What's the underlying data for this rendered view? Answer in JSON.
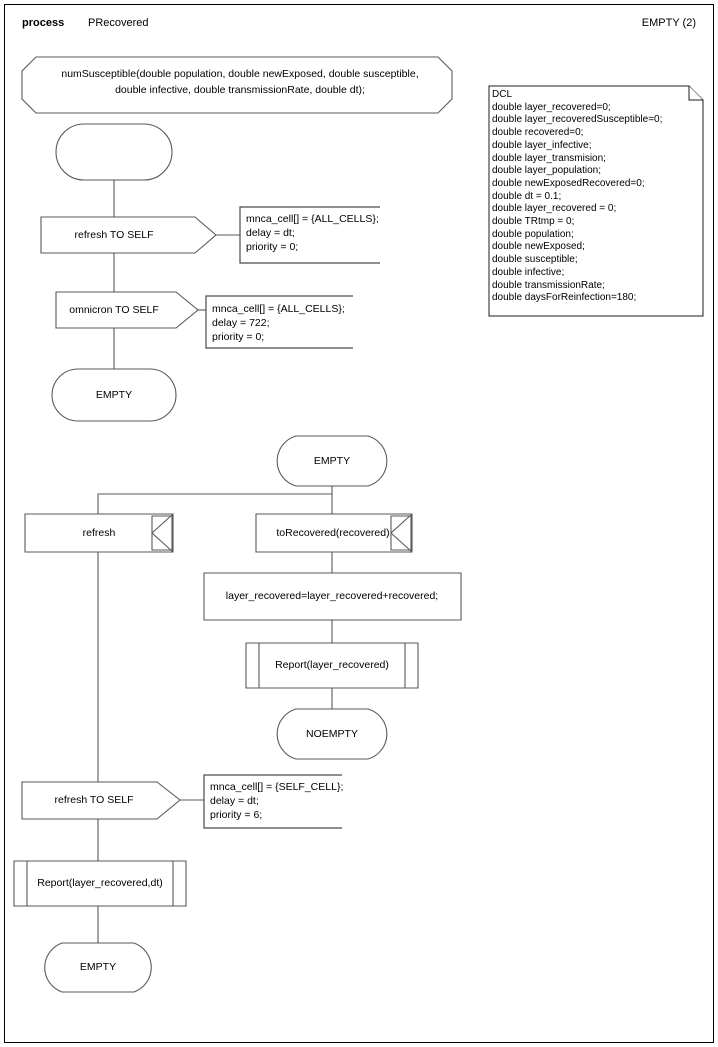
{
  "header": {
    "keyword": "process",
    "process_name": "PRecovered",
    "page_label": "EMPTY (2)"
  },
  "procedure_signature": {
    "line1": "numSusceptible(double population, double newExposed, double susceptible,",
    "line2": "double infective, double transmissionRate, double dt);"
  },
  "dcl_block": {
    "title": "DCL",
    "declarations": [
      "double layer_recovered=0;",
      "double layer_recoveredSusceptible=0;",
      "double recovered=0;",
      "double layer_infective;",
      "double layer_transmision;",
      "double layer_population;",
      "double newExposedRecovered=0;",
      "double dt = 0.1;",
      "double layer_recovered = 0;",
      "double TRtmp = 0;",
      "double population;",
      "double newExposed;",
      "double susceptible;",
      "double infective;",
      "double transmissionRate;",
      "double daysForReinfection=180;"
    ]
  },
  "flow": {
    "start_state_label": "",
    "output_refresh_self_top": "refresh TO SELF",
    "output_omnicron_self": "omnicron TO SELF",
    "state_empty_1": "EMPTY",
    "state_empty_2": "EMPTY",
    "input_refresh": "refresh",
    "input_to_recovered": "toRecovered(recovered)",
    "task_assignment": "layer_recovered=layer_recovered+recovered;",
    "call_report_1": "Report(layer_recovered)",
    "state_noempty": "NOEMPTY",
    "output_refresh_self_bottom": "refresh TO SELF",
    "call_report_2": "Report(layer_recovered,dt)",
    "state_empty_3": "EMPTY"
  },
  "comments": {
    "comment_1": {
      "line1": "mnca_cell[] = {ALL_CELLS};",
      "line2": "delay = dt;",
      "line3": "priority = 0;"
    },
    "comment_2": {
      "line1": "mnca_cell[] = {ALL_CELLS};",
      "line2": "delay = 722;",
      "line3": "priority = 0;"
    },
    "comment_3": {
      "line1": "mnca_cell[] = {SELF_CELL};",
      "line2": "delay = dt;",
      "line3": "priority = 6;"
    }
  },
  "colors": {
    "stroke": "#5a5a5a",
    "text": "#000000",
    "background": "#ffffff"
  }
}
